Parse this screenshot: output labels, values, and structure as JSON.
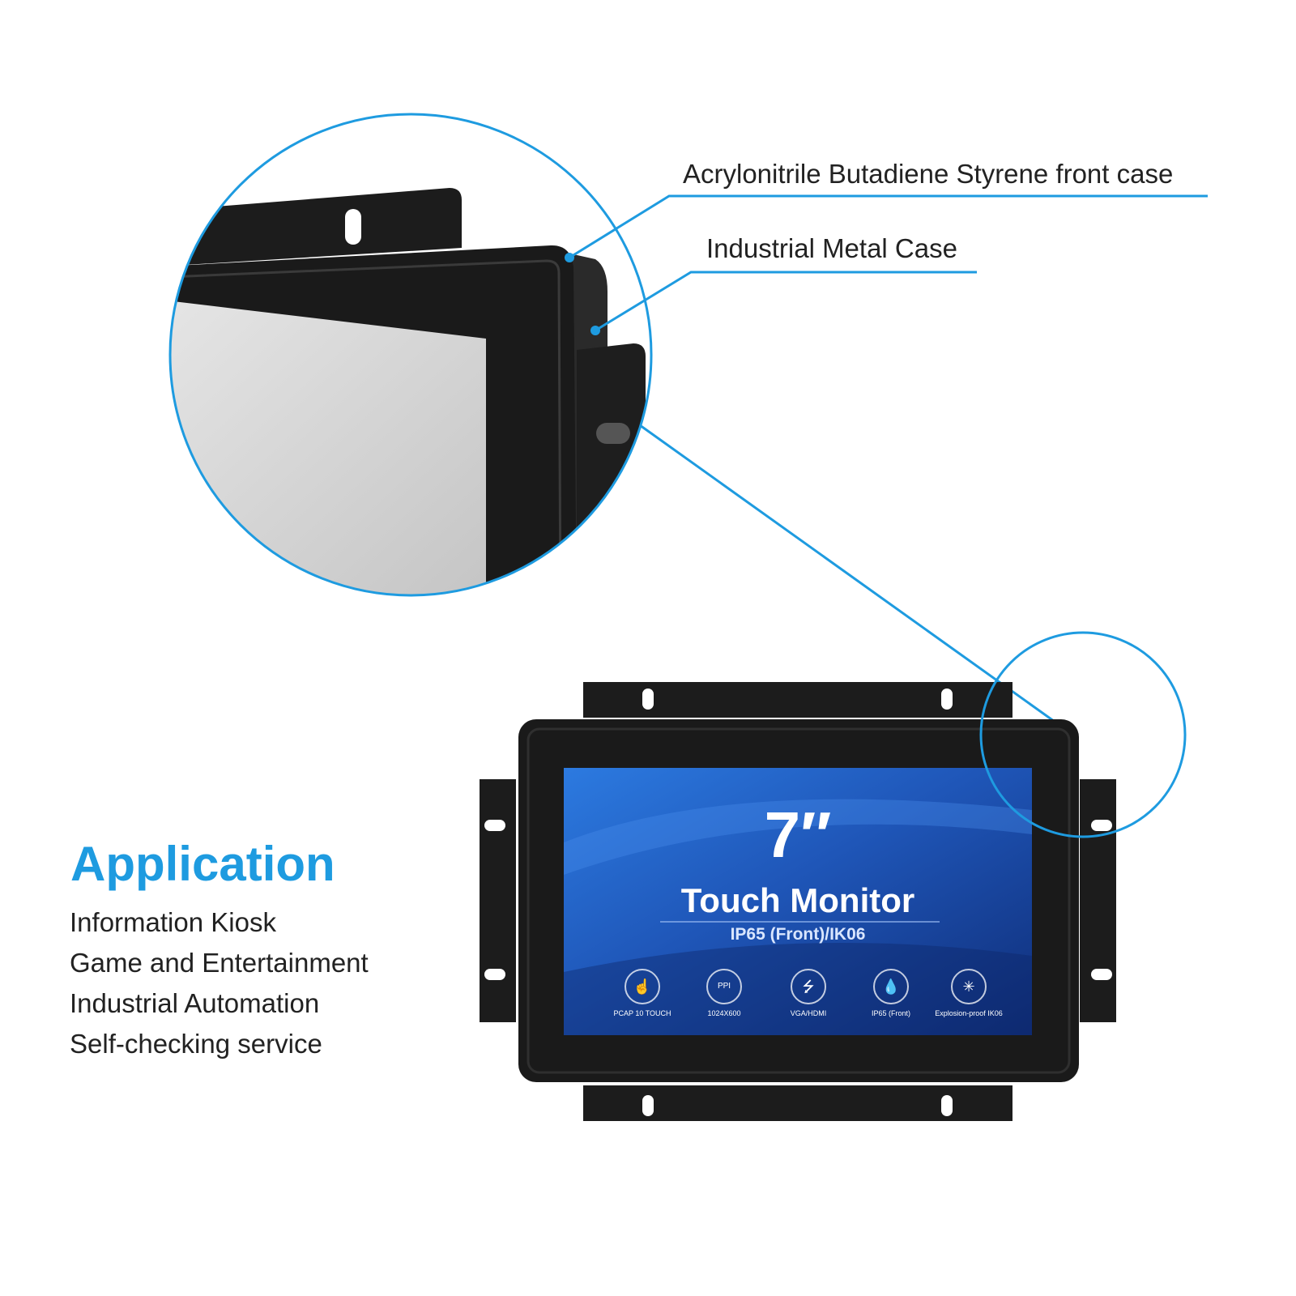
{
  "callouts": {
    "front_case": "Acrylonitrile Butadiene Styrene front case",
    "metal_case": "Industrial Metal Case"
  },
  "application": {
    "title": "Application",
    "items": [
      "Information Kiosk",
      "Game and Entertainment",
      "Industrial Automation",
      "Self-checking service"
    ]
  },
  "screen": {
    "size": "7″",
    "product": "Touch Monitor",
    "rating": "IP65 (Front)/IK06",
    "features": [
      {
        "icon": "touch-icon",
        "label": "PCAP 10 TOUCH"
      },
      {
        "icon": "ppi-icon",
        "label": "1024X600"
      },
      {
        "icon": "usb-icon",
        "label": "VGA/HDMI"
      },
      {
        "icon": "water-drops-icon",
        "label": "IP65 (Front)"
      },
      {
        "icon": "explosion-proof-icon",
        "label": "Explosion-proof IK06"
      }
    ]
  },
  "colors": {
    "accent": "#1e9be0",
    "bezel": "#1e1e1e",
    "screen_blue": "#1f56b8"
  }
}
